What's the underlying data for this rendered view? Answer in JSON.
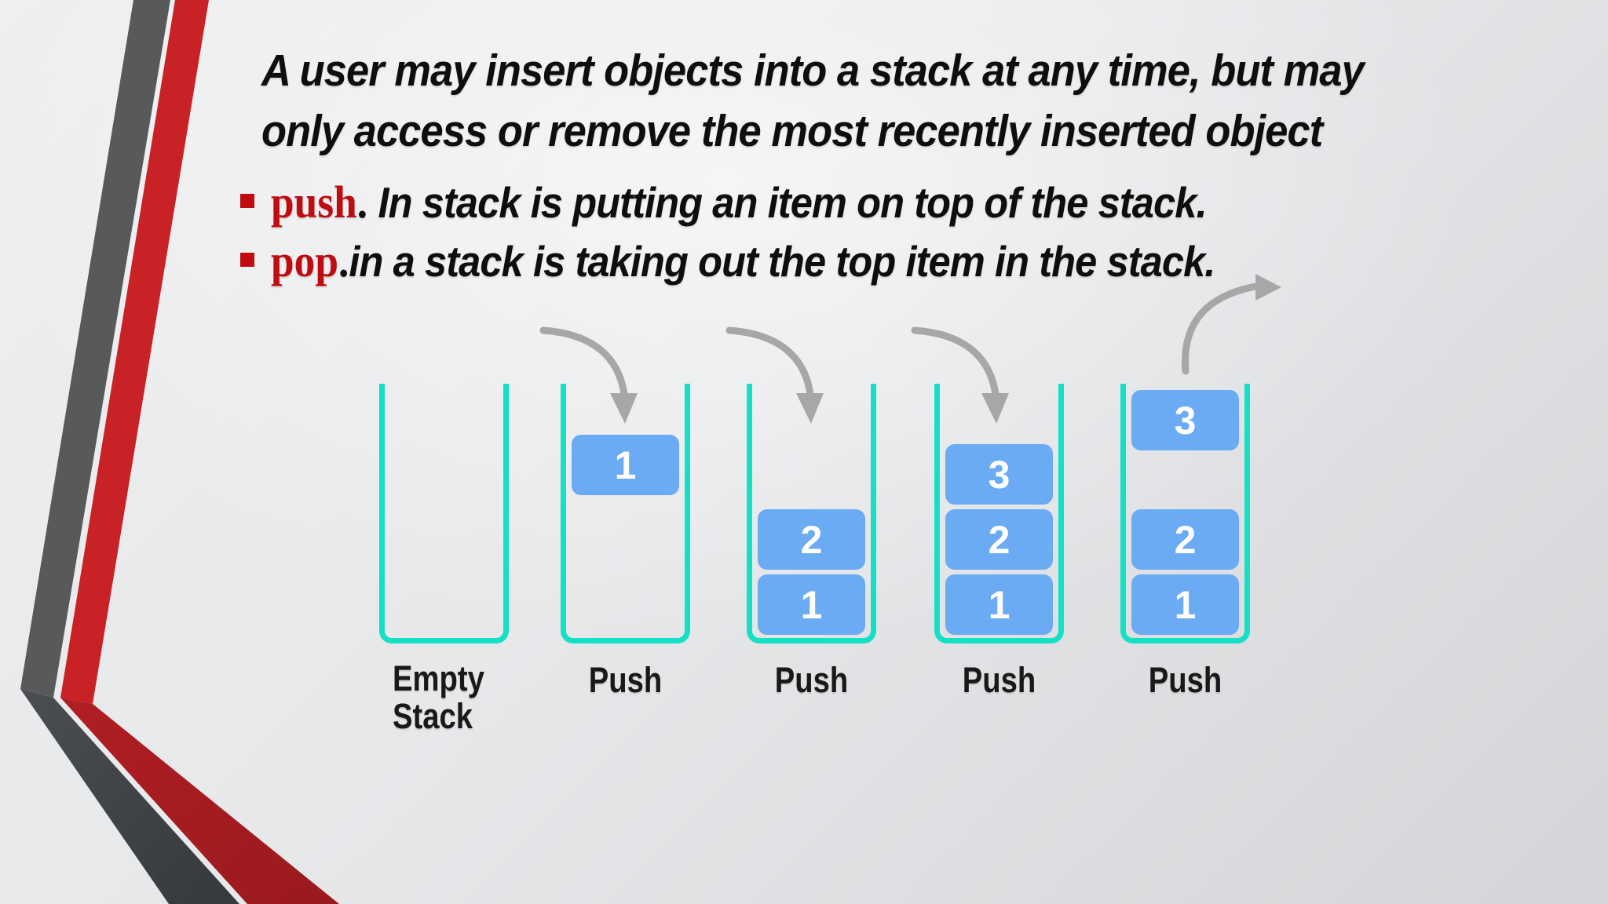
{
  "slide": {
    "title": {
      "line1": "A user may insert objects into a stack at any time, but may",
      "line2": "only access or remove the most recently inserted object"
    },
    "bullets": [
      {
        "keyword": "push",
        "separator": ". ",
        "text": "In stack is putting an item on top of the stack."
      },
      {
        "keyword": "pop",
        "separator": ".",
        "text": "in a stack is taking out the top item in the stack."
      }
    ],
    "diagram": {
      "stacks": [
        {
          "label_line1": "Empty",
          "label_line2": "Stack",
          "items": []
        },
        {
          "label": "Push",
          "items": [
            {
              "value": "1"
            }
          ]
        },
        {
          "label": "Push",
          "items": [
            {
              "value": "2"
            },
            {
              "value": "1"
            }
          ]
        },
        {
          "label": "Push",
          "items": [
            {
              "value": "3"
            },
            {
              "value": "2"
            },
            {
              "value": "1"
            }
          ]
        },
        {
          "label": "Push",
          "items": [
            {
              "value": "3"
            },
            {
              "value": "2"
            },
            {
              "value": "1"
            }
          ]
        }
      ],
      "arrow_types": [
        "none",
        "push-in",
        "push-in",
        "push-in",
        "pop-out"
      ]
    },
    "colors": {
      "stack_wall_teal": "#14e0c6",
      "item_box_blue": "#6aabf4",
      "item_text": "#ffffff",
      "keyword_red": "#c00b10",
      "ribbon_red": "#c82227",
      "ribbon_gray": "#58595b",
      "arrow_gray": "#a7a7a7",
      "background": "#e7e8ea"
    }
  }
}
